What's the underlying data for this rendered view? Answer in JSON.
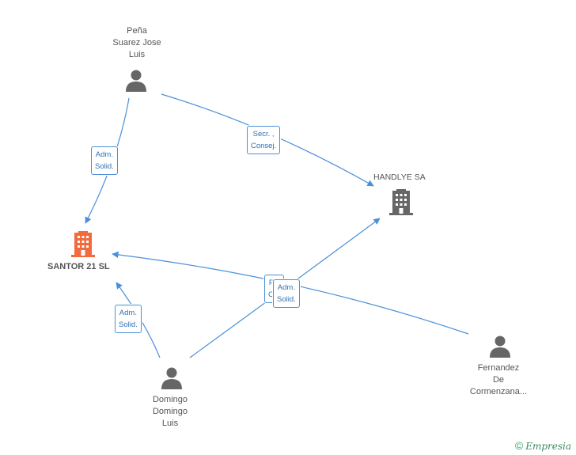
{
  "nodes": {
    "pena": {
      "name_lines": [
        "Peña",
        "Suarez Jose",
        "Luis"
      ],
      "kind": "person"
    },
    "santor": {
      "name": "SANTOR 21 SL",
      "kind": "company-highlighted"
    },
    "handlye": {
      "name": "HANDLYE SA",
      "kind": "company"
    },
    "domingo": {
      "name_lines": [
        "Domingo",
        "Domingo",
        "Luis"
      ],
      "kind": "person"
    },
    "fernandez": {
      "name_lines": [
        "Fernandez",
        "De",
        "Cormenzana..."
      ],
      "kind": "person"
    }
  },
  "edges": {
    "pena_santor": {
      "lines": [
        "Adm.",
        "Solid."
      ]
    },
    "pena_handlye": {
      "lines": [
        "Secr. ,",
        "Consej."
      ]
    },
    "domingo_santor": {
      "lines": [
        "Adm.",
        "Solid."
      ]
    },
    "domingo_handlye": {
      "lines": [
        "Adm.",
        "Solid."
      ]
    },
    "fernandez_santor": {
      "lines": [
        "P...",
        "C..."
      ]
    }
  },
  "colors": {
    "edge": "#4a8fd8",
    "person_icon": "#666666",
    "company_icon": "#666666",
    "highlight_company_icon": "#f26a3d"
  },
  "footer": {
    "copyright_symbol": "©",
    "brand": "Empresia"
  }
}
